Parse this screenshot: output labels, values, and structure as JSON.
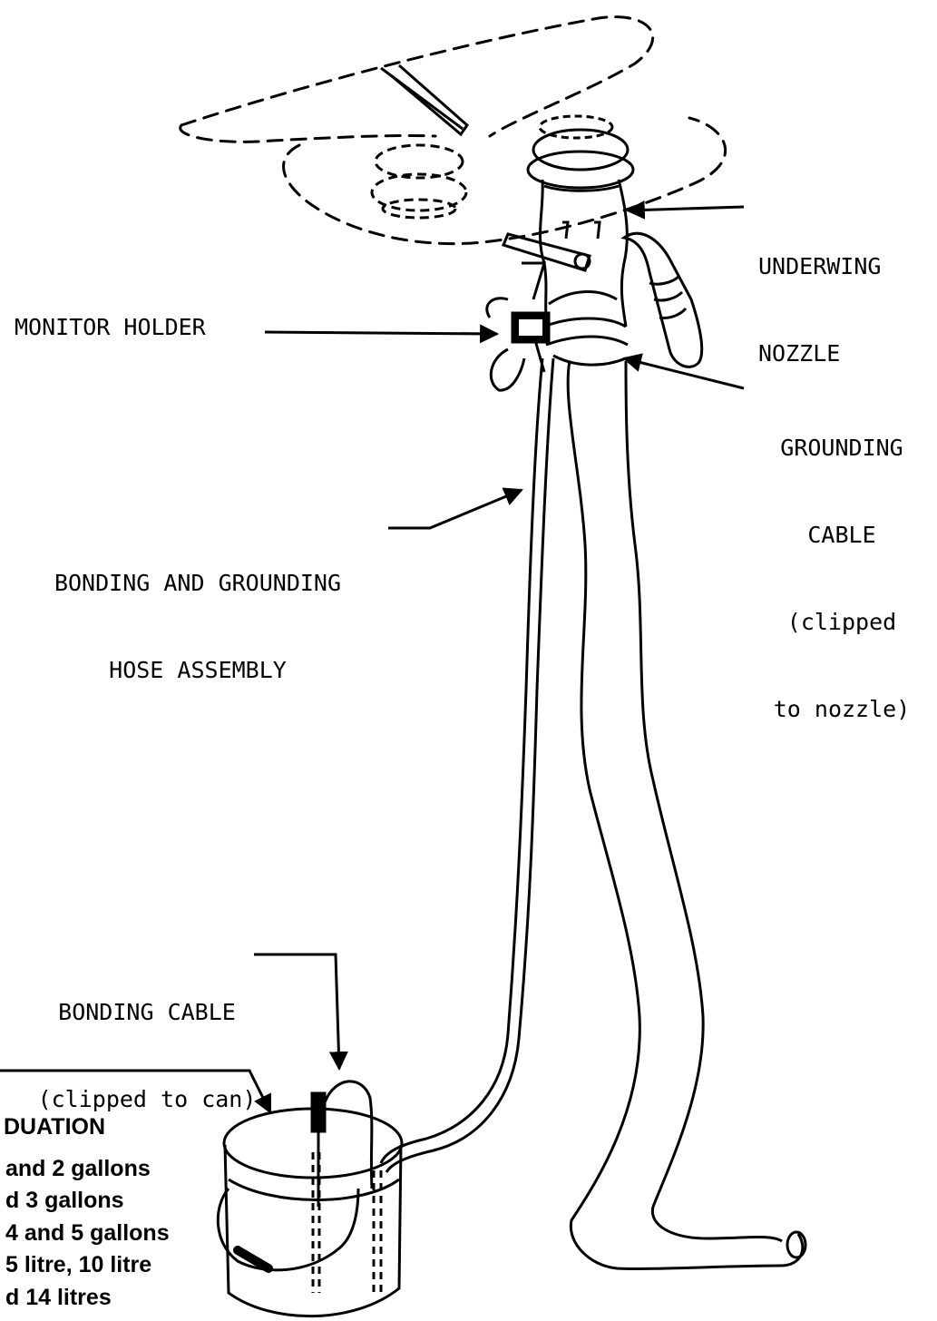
{
  "labels": {
    "underwing_nozzle": [
      "UNDERWING",
      "NOZZLE"
    ],
    "monitor_holder": "MONITOR HOLDER",
    "grounding_cable": [
      "GROUNDING",
      "CABLE",
      "(clipped",
      "to nozzle)"
    ],
    "bonding_hose": [
      "BONDING AND GROUNDING",
      "HOSE ASSEMBLY"
    ],
    "bonding_cable": [
      "BONDING CABLE",
      "(clipped to can)"
    ]
  },
  "graduation": {
    "title": "DUATION",
    "lines": [
      "and 2 gallons",
      "d 3 gallons",
      "4 and 5 gallons",
      "5 litre, 10 litre",
      "d 14 litres"
    ]
  }
}
